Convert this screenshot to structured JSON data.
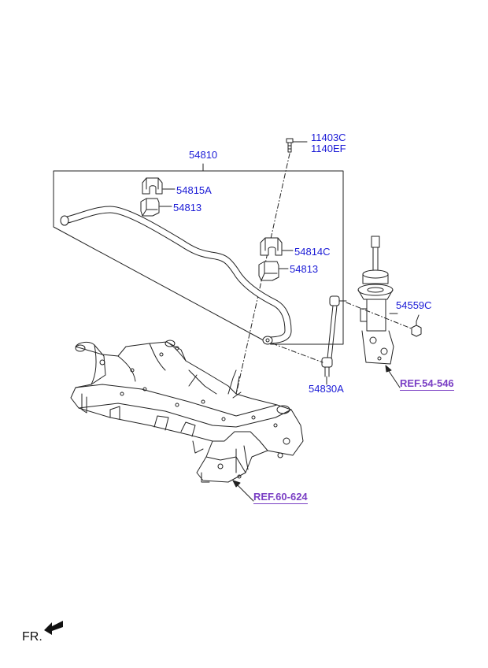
{
  "labels": {
    "p11403c": "11403C",
    "p1140ef": "1140EF",
    "p54810": "54810",
    "p54815a": "54815A",
    "p54813_top": "54813",
    "p54814c": "54814C",
    "p54813_right": "54813",
    "p54559c": "54559C",
    "p54830a": "54830A"
  },
  "refs": {
    "strut": "REF.54-546",
    "subframe": "REF.60-624"
  },
  "orientation": {
    "label": "FR.",
    "icon": "arrow-front-icon"
  },
  "colors": {
    "part_number": "#1a1ad6",
    "reference_link": "#7a3fc4",
    "line": "#222222"
  }
}
